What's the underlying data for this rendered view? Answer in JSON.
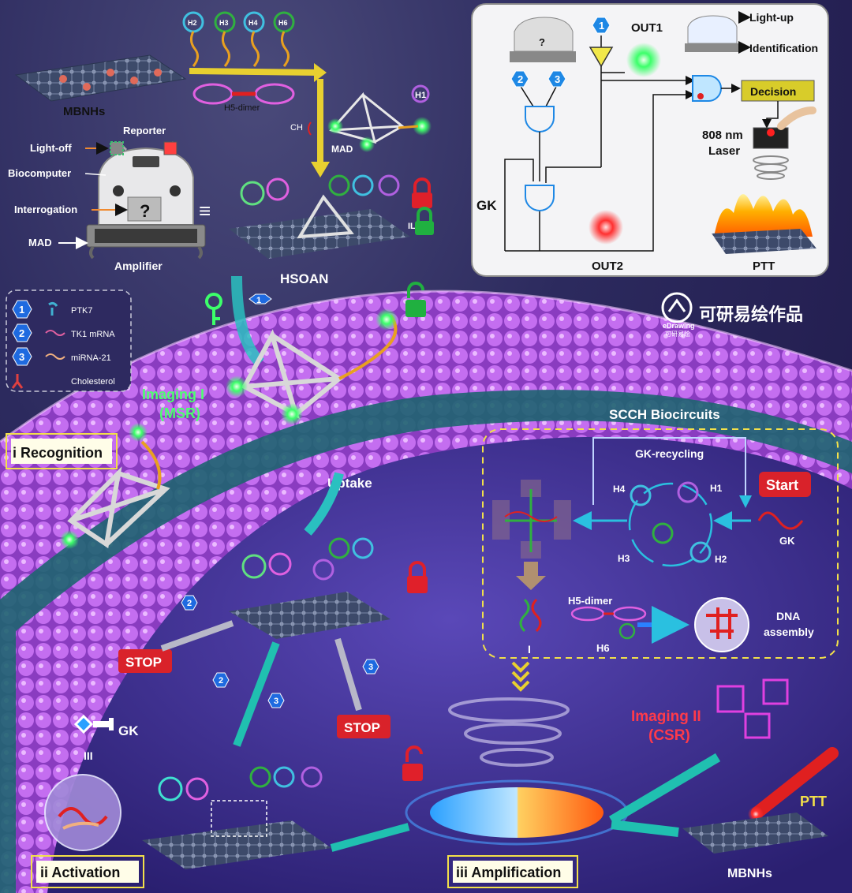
{
  "colors": {
    "membrane": "#b05ae0",
    "glow_green": "#3cff6a",
    "stop_red": "#d9222a",
    "lock_red": "#e0202a",
    "lock_green": "#20b040",
    "label_yellow": "#f2e04a",
    "cyan_arrow": "#1ec8c0"
  },
  "top": {
    "hairpins": [
      "H2",
      "H3",
      "H4",
      "H6"
    ],
    "mbnhs_label": "MBNHs",
    "h5_dimer_label": "H5-dimer",
    "ch_label": "CH",
    "mad_label": "MAD",
    "h1_label": "H1",
    "hsoan_label": "HSOAN",
    "il_label": "IL"
  },
  "robot": {
    "reporter": "Reporter",
    "light_off": "Light-off",
    "biocomputer": "Biocomputer",
    "interrogation": "Interrogation",
    "question": "?",
    "mad": "MAD",
    "amplifier": "Amplifier",
    "equals": "≡"
  },
  "logic": {
    "in1": "1",
    "in2": "2",
    "in3": "3",
    "out1": "OUT1",
    "out2": "OUT2",
    "gk": "GK",
    "light_up": "Light-up",
    "identification": "Identification",
    "decision": "Decision",
    "laser": "808 nm\nLaser",
    "laser_line1": "808 nm",
    "laser_line2": "Laser",
    "ptt": "PTT"
  },
  "legend": {
    "items": [
      {
        "num": "1",
        "text": "PTK7"
      },
      {
        "num": "2",
        "text": "TK1 mRNA"
      },
      {
        "num": "3",
        "text": "miRNA-21"
      },
      {
        "num": "",
        "text": "Cholesterol"
      }
    ]
  },
  "cell": {
    "watermark": "可研易绘作品",
    "watermark_sub1": "eDrawing",
    "watermark_sub2": "可研易绘",
    "imaging1_line1": "Imaging I",
    "imaging1_line2": "(MSR)",
    "step_recognition": "i Recognition",
    "uptake": "Uptake",
    "key_num": "1",
    "stop": "STOP",
    "gk": "GK",
    "iii_mark": "III",
    "step_activation": "ii Activation",
    "step_amplification": "iii Amplification",
    "imaging2_line1": "Imaging II",
    "imaging2_line2": "(CSR)",
    "ptt": "PTT",
    "mbnhs": "MBNHs"
  },
  "scch": {
    "title": "SCCH Biocircuits",
    "gk_recycling": "GK-recycling",
    "start": "Start",
    "gk": "GK",
    "h1": "H1",
    "h2": "H2",
    "h3": "H3",
    "h4": "H4",
    "i_label": "I",
    "h5_dimer": "H5-dimer",
    "h6": "H6",
    "dna_assembly_l1": "DNA",
    "dna_assembly_l2": "assembly"
  }
}
